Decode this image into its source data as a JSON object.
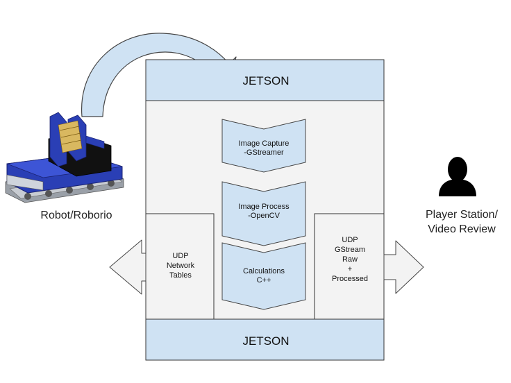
{
  "jetson_top": "JETSON",
  "jetson_bottom": "JETSON",
  "steps": [
    {
      "line1": "Image Capture",
      "line2": "-GStreamer"
    },
    {
      "line1": "Image Process",
      "line2": "-OpenCV"
    },
    {
      "line1": "Calculations",
      "line2": "C++"
    }
  ],
  "left_panel": [
    "UDP",
    "Network",
    "Tables"
  ],
  "right_panel": [
    "UDP",
    "GStream",
    "Raw",
    "+",
    "Processed"
  ],
  "robot_label": "Robot/Roborio",
  "player_label_1": "Player Station/",
  "player_label_2": "Video Review",
  "colors": {
    "box_blue": "#cfe2f3",
    "panel_gray": "#f3f3f3",
    "outline": "#333333",
    "robot_blue": "#2a3fb5"
  },
  "icons": [
    "robot-image",
    "person-icon",
    "curved-arrow",
    "left-arrow",
    "right-arrow"
  ]
}
